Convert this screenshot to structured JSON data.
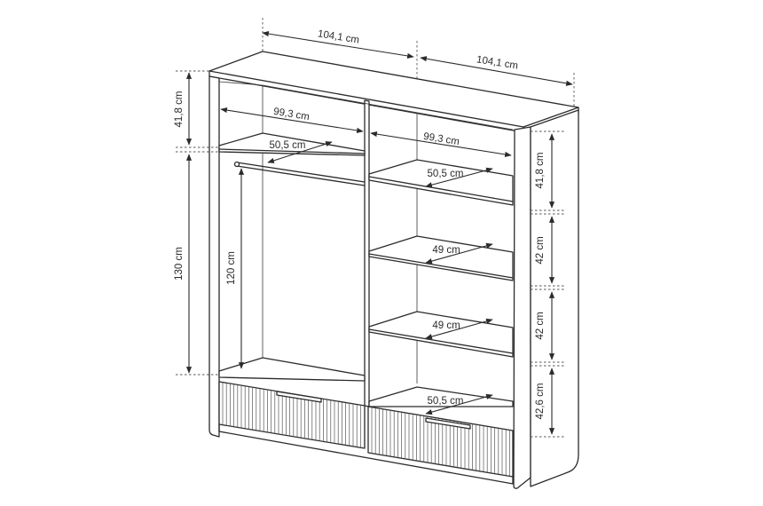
{
  "dimensions": {
    "total_width_left": "104,1 cm",
    "total_width_right": "104,1 cm",
    "top_height_left": "41,8 cm",
    "hanging_height_total": "130 cm",
    "hanging_rail_height": "120 cm",
    "shelf_width_left": "99,3 cm",
    "shelf_width_right": "99,3 cm",
    "shelf_depth_top_left": "50,5 cm",
    "shelf_depth_right_1": "50,5 cm",
    "shelf_depth_right_2": "49 cm",
    "shelf_depth_right_3": "49 cm",
    "shelf_depth_bottom_right": "50,5 cm",
    "right_h1": "41,8 cm",
    "right_h2": "42 cm",
    "right_h3": "42 cm",
    "right_h4": "42,6 cm"
  },
  "colors": {
    "line": "#2b2b2b",
    "background": "#ffffff"
  }
}
